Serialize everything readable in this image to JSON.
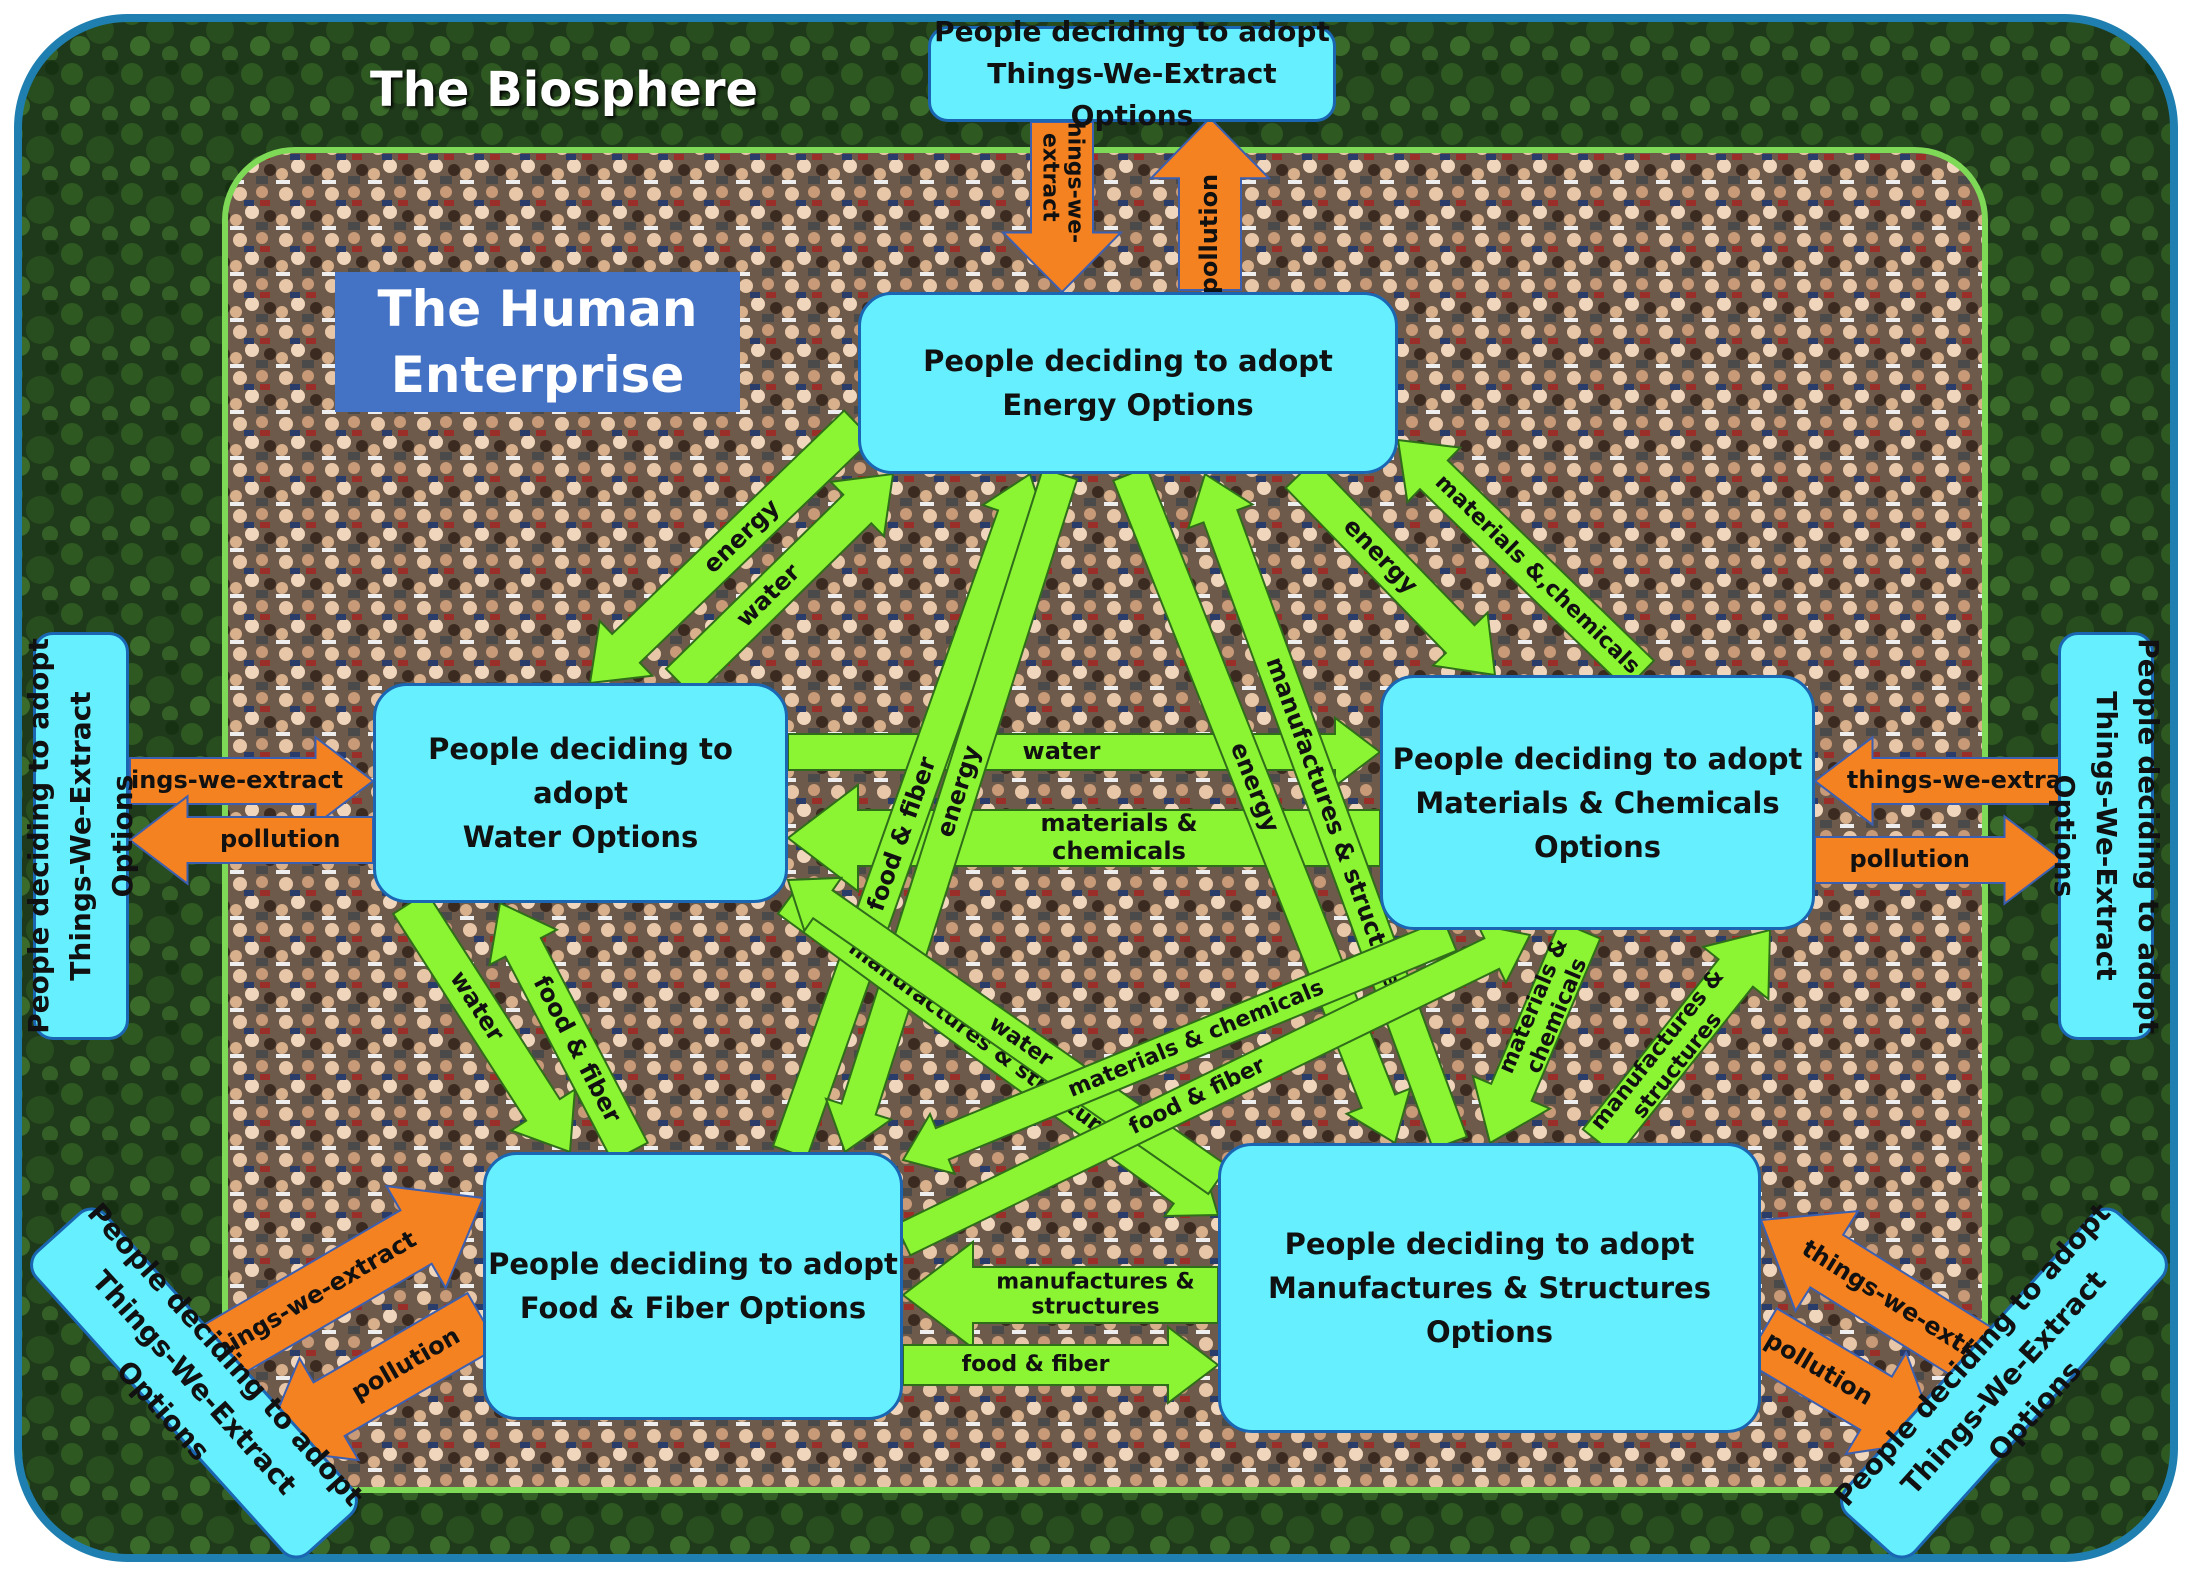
{
  "biosphere_title": "The Biosphere",
  "enterprise_title": [
    "The Human",
    "Enterprise"
  ],
  "boxes": {
    "energy": [
      "People deciding to adopt",
      "Energy Options"
    ],
    "water": [
      "People deciding to adopt",
      "Water Options"
    ],
    "materials": [
      "People deciding to adopt",
      "Materials & Chemicals",
      "Options"
    ],
    "food": [
      "People deciding to adopt",
      "Food & Fiber Options"
    ],
    "manufactures": [
      "People deciding to adopt",
      "Manufactures & Structures",
      "Options"
    ]
  },
  "extract_box": [
    "People deciding to adopt",
    "Things-We-Extract Options"
  ],
  "labels": {
    "things_we_extract": "things-we-extract",
    "things_we_extract_stacked": [
      "things-we-",
      "extract"
    ],
    "pollution": "pollution",
    "energy": "energy",
    "water": "water",
    "materials_chemicals": "materials & chemicals",
    "materials_chemicals_stacked": [
      "materials &",
      "chemicals"
    ],
    "food_fiber": "food & fiber",
    "manufactures_structures": "manufactures & structures",
    "manufactures_structures_stacked": [
      "manufactures &",
      "structures"
    ]
  },
  "colors": {
    "flow_arrow": "#8cf533",
    "extract_arrow": "#f58220",
    "box_fill": "#66f0ff",
    "enterprise_fill": "#4472c4"
  }
}
